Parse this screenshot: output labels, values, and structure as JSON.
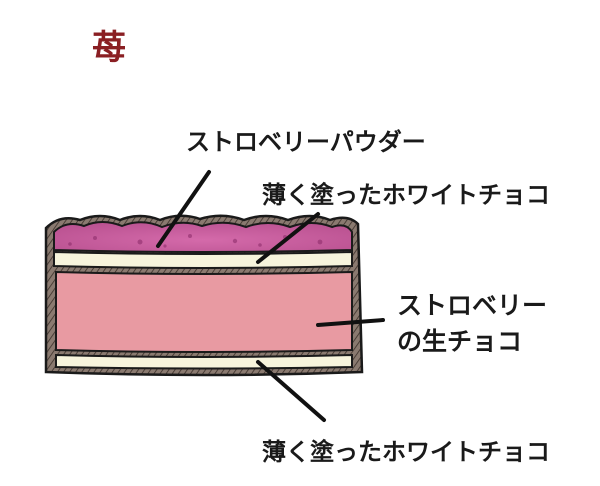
{
  "title": "苺",
  "labels": {
    "powder": "ストロベリーパウダー",
    "top_white_choco": "薄く塗ったホワイトチョコ",
    "ganache_line1": "ストロベリー",
    "ganache_line2": "の生チョコ",
    "bottom_white_choco": "薄く塗ったホワイトチョコ"
  },
  "colors": {
    "title": "#8a1f23",
    "powder": "#c2579a",
    "powder_dark": "#9c3a78",
    "white_choco": "#f7f4dc",
    "ganache": "#e89aa2",
    "crust": "#7a6a60",
    "outline": "#1a1a1a"
  }
}
